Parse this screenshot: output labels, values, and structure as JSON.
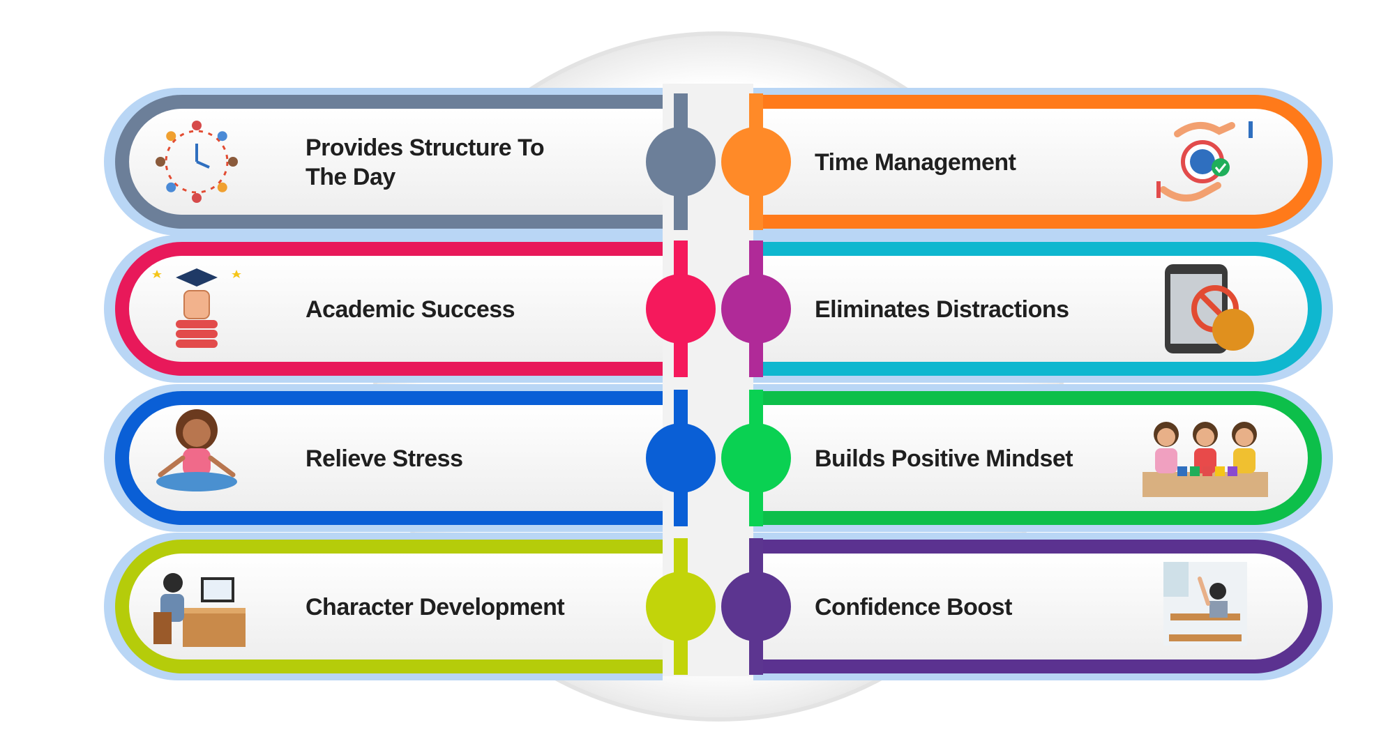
{
  "left_items": [
    {
      "label_lines": [
        "Provides Structure To",
        "The Day"
      ],
      "color": "#6c7f99",
      "icon": "clock-schedule-icon"
    },
    {
      "label_lines": [
        "Academic Success"
      ],
      "color": "#e8195a",
      "icon": "graduation-fist-books-icon"
    },
    {
      "label_lines": [
        "Relieve Stress"
      ],
      "color": "#0a5fd6",
      "icon": "meditating-girl-icon"
    },
    {
      "label_lines": [
        "Character Development"
      ],
      "color": "#b5cc0a",
      "icon": "student-at-computer-icon"
    }
  ],
  "right_items": [
    {
      "label_lines": [
        "Time Management"
      ],
      "color": "#ff7a1a",
      "icon": "hands-clock-check-icon"
    },
    {
      "label_lines": [
        "Eliminates Distractions"
      ],
      "color": "#0fb7cf",
      "icon": "tablet-blocked-icon"
    },
    {
      "label_lines": [
        "Builds Positive Mindset"
      ],
      "color": "#0dbf4a",
      "icon": "kids-playing-blocks-icon"
    },
    {
      "label_lines": [
        "Confidence Boost"
      ],
      "color": "#5b3290",
      "icon": "student-raising-hand-icon"
    }
  ],
  "knob_colors": {
    "left": [
      "#6c7f99",
      "#f5195c",
      "#0a5fd6",
      "#c2d40a"
    ],
    "right": [
      "#ff8a28",
      "#b02a98",
      "#0ad152",
      "#5c3590"
    ]
  },
  "outer_glow_color": "#b9d6f5"
}
